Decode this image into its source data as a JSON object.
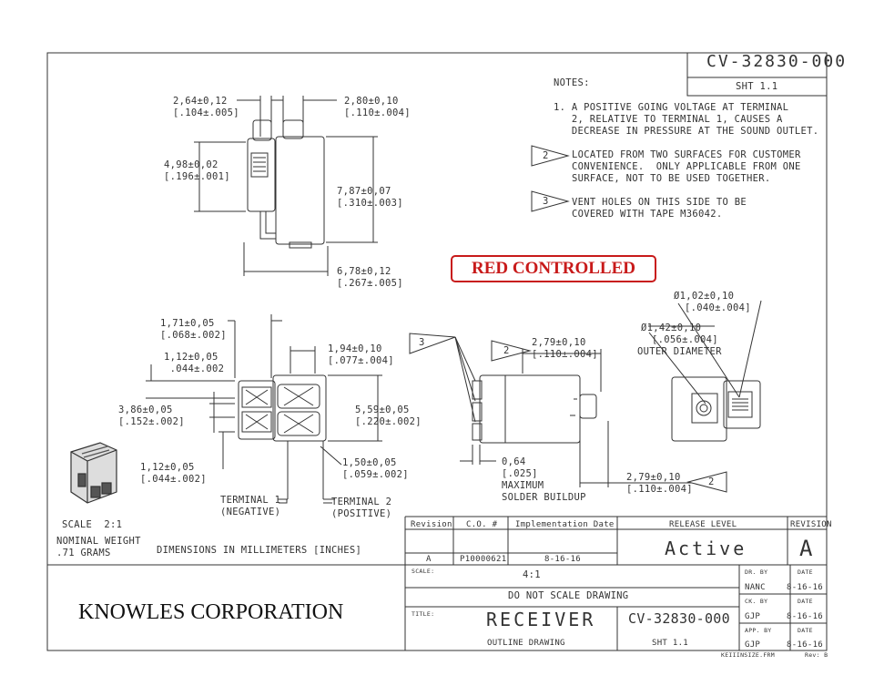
{
  "drawing_number": "CV-32830-000",
  "sheet": "SHT 1.1",
  "notes": {
    "heading": "NOTES:",
    "note1": [
      "1. A POSITIVE GOING VOLTAGE AT TERMINAL",
      "   2, RELATIVE TO TERMINAL 1, CAUSES A",
      "   DECREASE IN PRESSURE AT THE SOUND OUTLET."
    ],
    "note2_flag": "2",
    "note2": [
      "LOCATED FROM TWO SURFACES FOR CUSTOMER",
      "CONVENIENCE.  ONLY APPLICABLE FROM ONE",
      "SURFACE, NOT TO BE USED TOGETHER."
    ],
    "note3_flag": "3",
    "note3": [
      "VENT HOLES ON THIS SIDE TO BE",
      "COVERED WITH TAPE M36042."
    ]
  },
  "stamp": "RED CONTROLLED",
  "dimensions": {
    "top_w1": [
      "2,64±0,12",
      "[.104±.005]"
    ],
    "top_w2": [
      "2,80±0,10",
      "[.110±.004]"
    ],
    "top_h1": [
      "4,98±0,02",
      "[.196±.001]"
    ],
    "top_h2": [
      "7,87±0,07",
      "[.310±.003]"
    ],
    "top_w3": [
      "6,78±0,12",
      "[.267±.005]"
    ],
    "front_a": [
      "1,71±0,05",
      "[.068±.002]"
    ],
    "front_b": [
      "1,12±0,05",
      " .044±.002"
    ],
    "front_c": [
      "1,94±0,10",
      "[.077±.004]"
    ],
    "front_d": [
      "3,86±0,05",
      "[.152±.002]"
    ],
    "front_e": [
      "5,59±0,05",
      "[.220±.002]"
    ],
    "front_f": [
      "1,12±0,05",
      "[.044±.002]"
    ],
    "front_g": [
      "1,50±0,05",
      "[.059±.002]"
    ],
    "side_a": [
      "2,79±0,10",
      "[.110±.004]"
    ],
    "side_b": [
      "0,64",
      "[.025]",
      "MAXIMUM",
      "SOLDER BUILDUP"
    ],
    "side_c": [
      "2,79±0,10",
      "[.110±.004]"
    ],
    "end_a": [
      "Ø1,02±0,10",
      "[.040±.004]"
    ],
    "end_b": [
      "Ø1,42±0,10",
      "[.056±.004]",
      "OUTER DIAMETER"
    ]
  },
  "flags": {
    "f3": "3",
    "f2a": "2",
    "f2b": "2"
  },
  "terminal1": [
    "TERMINAL 1",
    "(NEGATIVE)"
  ],
  "terminal2": [
    "TERMINAL 2",
    "(POSITIVE)"
  ],
  "scale_note": "SCALE  2:1",
  "weight": [
    "NOMINAL WEIGHT",
    ".71 GRAMS"
  ],
  "units": "DIMENSIONS IN MILLIMETERS [INCHES]",
  "revision_table": {
    "headers": [
      "Revision",
      "C.O. #",
      "Implementation Date"
    ],
    "row": [
      "A",
      "P10000621",
      "8-16-16"
    ]
  },
  "release": {
    "label": "RELEASE LEVEL",
    "value": "Active",
    "rev_label": "REVISION",
    "rev_value": "A"
  },
  "title_block": {
    "company": "KNOWLES CORPORATION",
    "scale_label": "SCALE:",
    "scale_value": "4:1",
    "do_not_scale": "DO NOT SCALE DRAWING",
    "title_label": "TITLE:",
    "title": "RECEIVER",
    "subtitle": "OUTLINE DRAWING",
    "number": "CV-32830-000",
    "sheet": "SHT 1.1",
    "dr_by_label": "DR. BY",
    "dr_by": "NANC",
    "dr_date": "8-16-16",
    "ck_by_label": "CK. BY",
    "ck_by": "GJP",
    "ck_date": "8-16-16",
    "app_by_label": "APP. BY",
    "app_by": "GJP",
    "app_date": "8-16-16",
    "date_label": "DATE",
    "footer_left": "KEIIINSIZE.FRM",
    "footer_right": "Rev: B"
  }
}
